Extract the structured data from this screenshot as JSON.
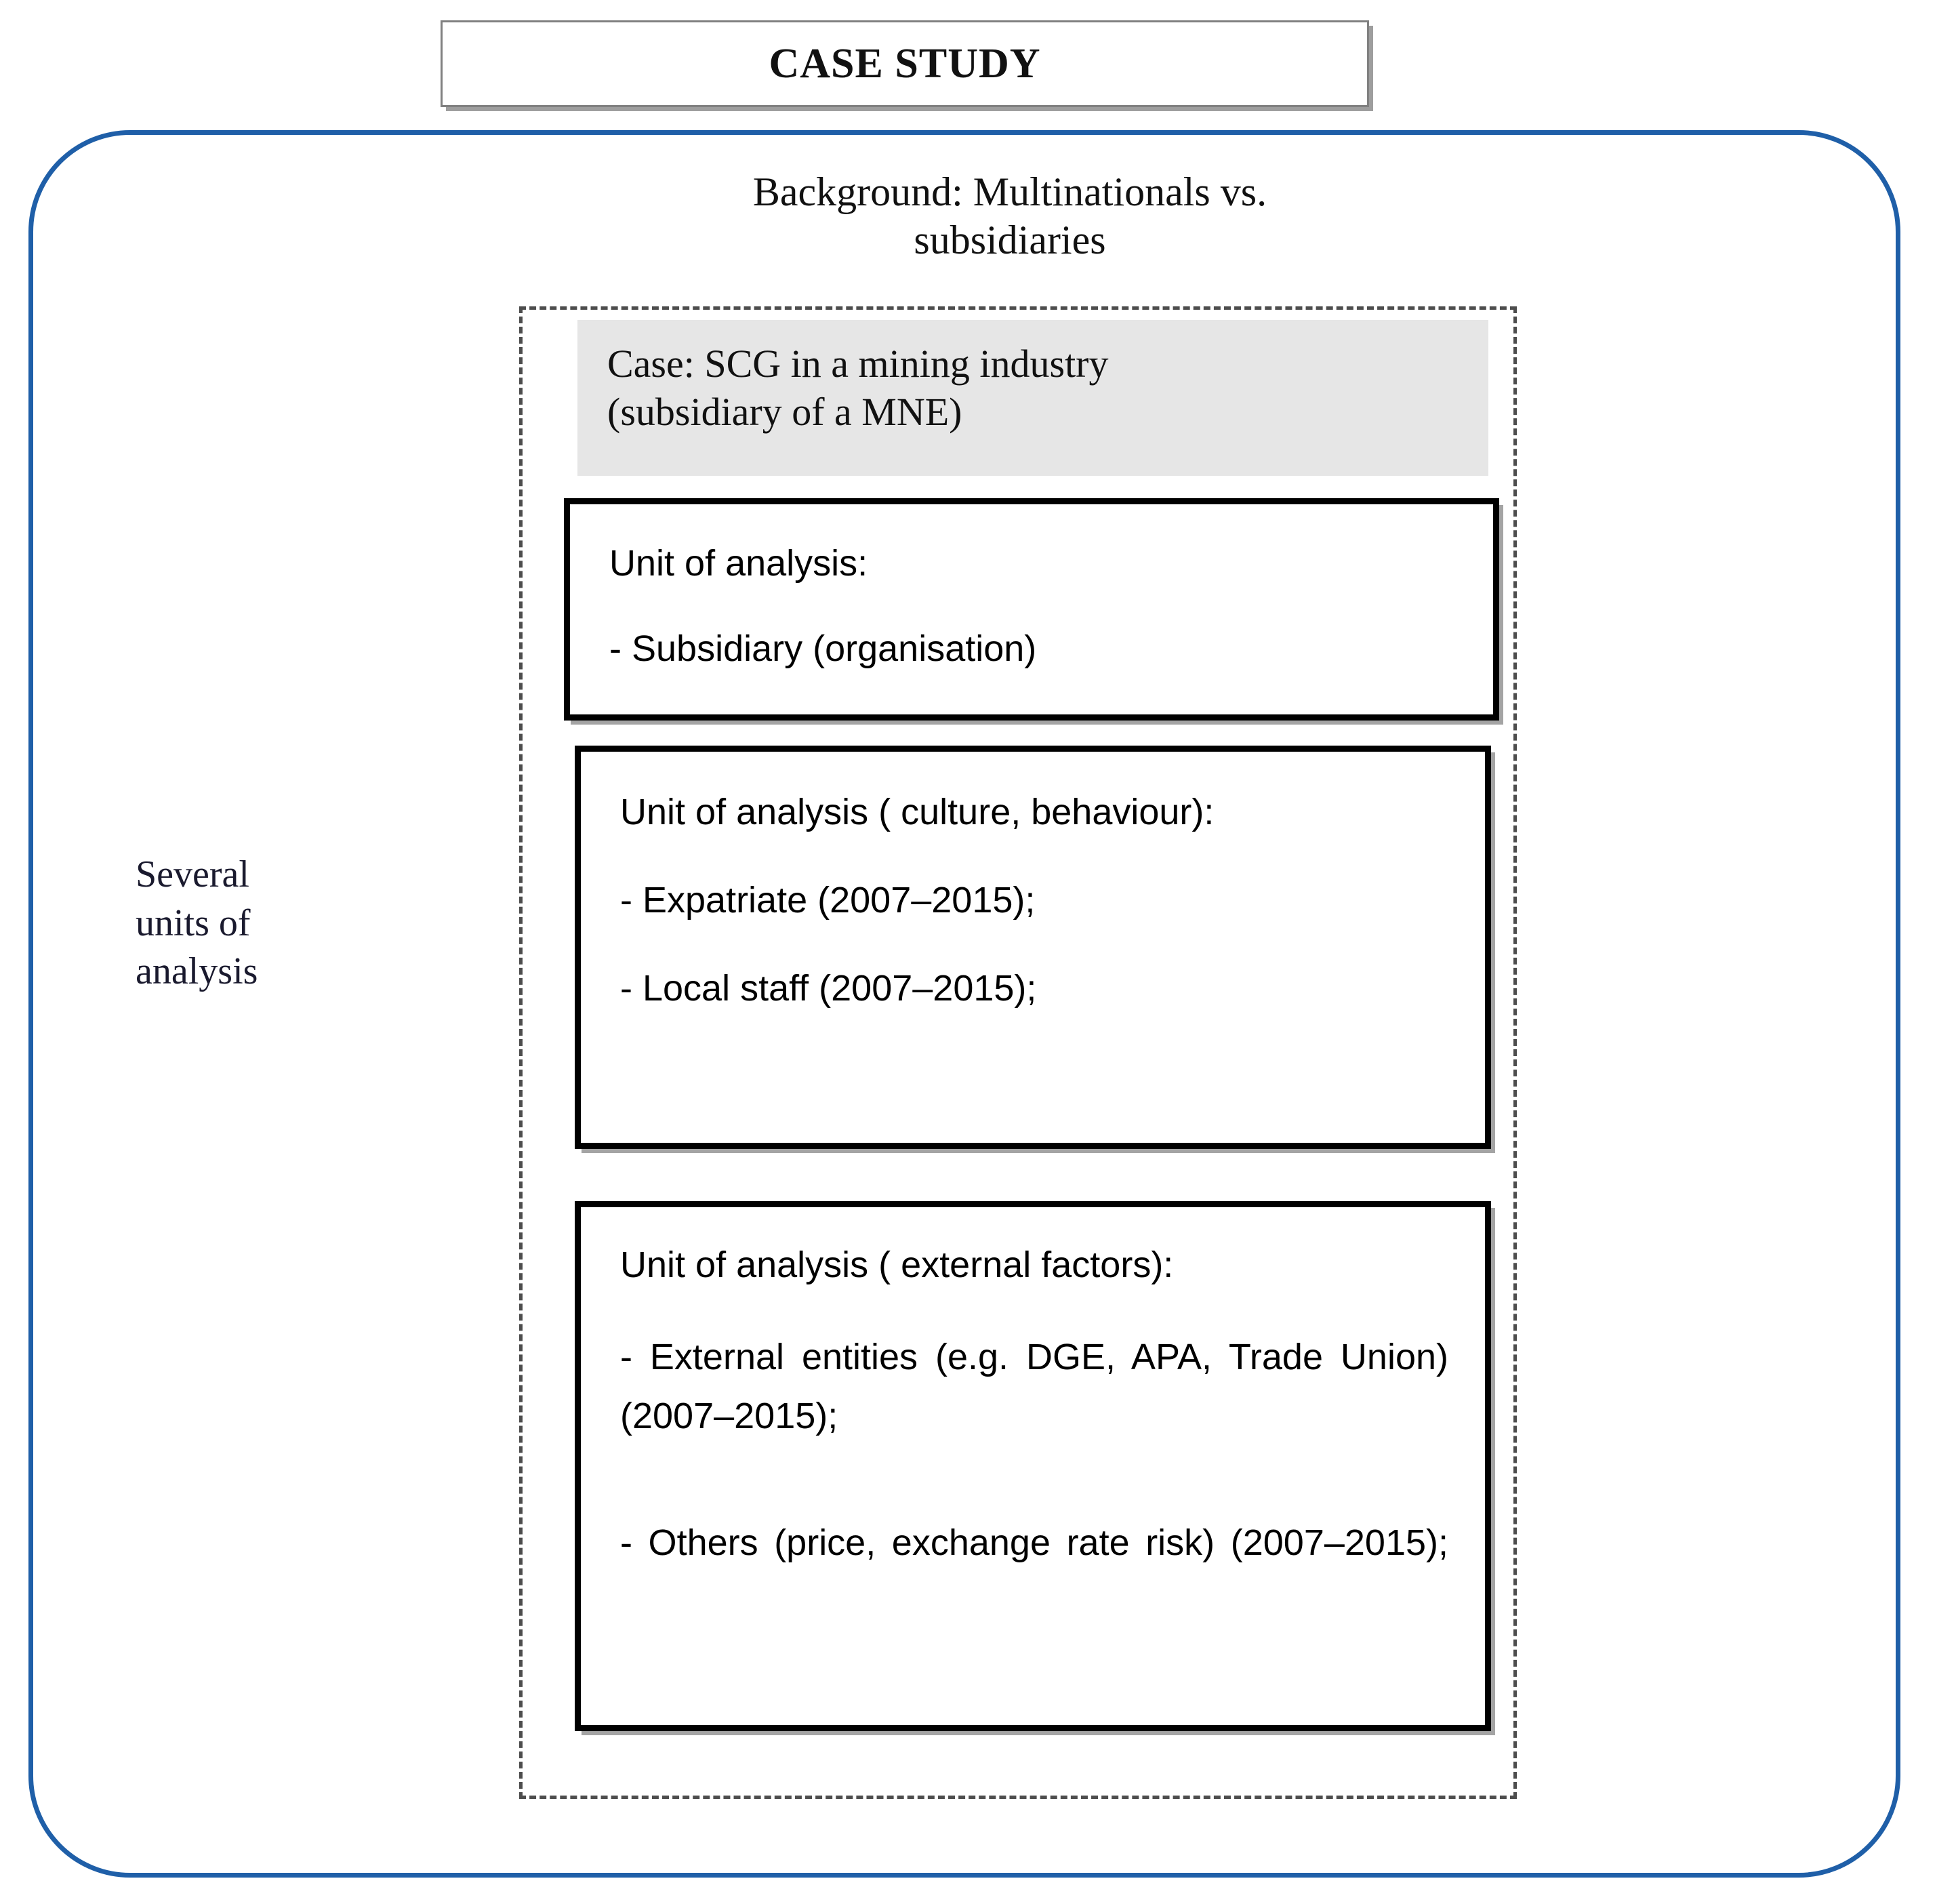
{
  "title": {
    "label": "CASE STUDY"
  },
  "outer_frame": {
    "accent_color": "#1F5FA8"
  },
  "background_heading": {
    "line1": "Background: Multinationals vs.",
    "line2": "subsidiaries"
  },
  "side_label": {
    "line1": "Several",
    "line2": "units of",
    "line3": "analysis"
  },
  "case_band": {
    "background_color": "#E6E6E6",
    "line1": "Case: SCG in a mining industry",
    "line2": "(subsidiary of a MNE)"
  },
  "unit_boxes": [
    {
      "id": "organisation",
      "heading": "Unit of analysis:",
      "items": [
        "- Subsidiary (organisation)"
      ]
    },
    {
      "id": "culture-behaviour",
      "heading": "Unit of analysis ( culture, behaviour):",
      "items": [
        "- Expatriate (2007–2015);",
        "- Local staff (2007–2015);"
      ]
    },
    {
      "id": "external-factors",
      "heading": "Unit of analysis ( external factors):",
      "items": [
        " -  External  entities  (e.g.  DGE,  APA, Trade Union) (2007–2015);",
        "-  Others  (price,  exchange  rate  risk) (2007–2015);"
      ]
    }
  ]
}
